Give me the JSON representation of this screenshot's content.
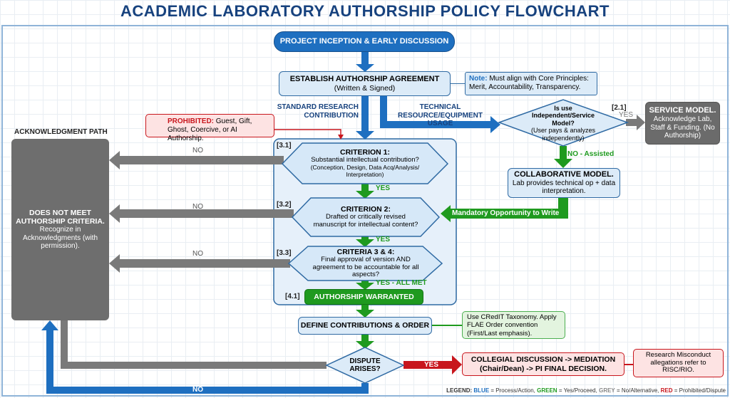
{
  "title": "ACADEMIC LABORATORY AUTHORSHIP POLICY FLOWCHART",
  "colors": {
    "blue": "#1e6fc0",
    "green": "#1f9a1f",
    "grey": "#777777",
    "red": "#c8161d",
    "light_blue": "#dcebf8"
  },
  "inception": "PROJECT INCEPTION & EARLY DISCUSSION",
  "agreement": {
    "title": "ESTABLISH AUTHORSHIP AGREEMENT",
    "sub": "(Written & Signed)"
  },
  "note": {
    "prefix": "Note:",
    "text": "Must align with Core Principles: Merit, Accountability, Transparency."
  },
  "paths": {
    "standard": "STANDARD RESEARCH CONTRIBUTION",
    "technical": "TECHNICAL RESOURCE/EQUIPMENT USAGE"
  },
  "service_decision": {
    "ref": "[2.1]",
    "title": "Is use Independent/Service Model?",
    "sub": "(User pays & analyzes independently)",
    "yes": "YES",
    "no": "NO - Assisted"
  },
  "service_model": {
    "title": "SERVICE MODEL.",
    "text": "Acknowledge Lab, Staff & Funding. (No Authorship)"
  },
  "collaborative": {
    "title": "COLLABORATIVE MODEL.",
    "text": "Lab provides technical op + data interpretation.",
    "link": "Mandatory Opportunity to Write"
  },
  "prohibited": {
    "prefix": "PROHIBITED:",
    "text": "Guest, Gift, Ghost, Coercive, or AI Authorship.",
    "icon": "warning-icon"
  },
  "ack_path": {
    "label": "ACKNOWLEDGMENT PATH",
    "title": "DOES NOT MEET AUTHORSHIP CRITERIA.",
    "text": "Recognize in Acknowledgments (with permission)."
  },
  "criteria": [
    {
      "ref": "[3.1]",
      "title": "CRITERION 1:",
      "text": "Substantial intellectual contribution?",
      "sub": "(Conception, Design, Data Acq/Analysis/ Interpretation)",
      "no": "NO",
      "yes": "YES"
    },
    {
      "ref": "[3.2]",
      "title": "CRITERION 2:",
      "text": "Drafted or critically revised manuscript for intellectual content?",
      "sub": "",
      "no": "NO",
      "yes": "YES"
    },
    {
      "ref": "[3.3]",
      "title": "CRITERIA 3 & 4:",
      "text": "Final approval of version AND agreement to be accountable for all aspects?",
      "sub": "",
      "no": "NO",
      "yes": "YES - ALL MET"
    }
  ],
  "warranted": {
    "ref": "[4.1]",
    "label": "AUTHORSHIP WARRANTED"
  },
  "define": {
    "label": "DEFINE CONTRIBUTIONS & ORDER",
    "note": "Use CRedIT Taxonomy. Apply FLAE Order convention (First/Last emphasis)."
  },
  "dispute": {
    "label": "DISPUTE ARISES?",
    "yes": "YES",
    "no": "NO"
  },
  "mediation": "COLLEGIAL DISCUSSION -> MEDIATION (Chair/Dean) -> PI FINAL DECISION.",
  "misconduct": "Research Misconduct allegations refer to RISC/RIO.",
  "legend": {
    "label": "LEGEND:",
    "blue": "BLUE",
    "blue_desc": "= Process/Action,",
    "green": "GREEN",
    "green_desc": "= Yes/Proceed,",
    "grey": "GREY",
    "grey_desc": "= No/Alternative,",
    "red": "RED",
    "red_desc": "= Prohibited/Dispute"
  }
}
